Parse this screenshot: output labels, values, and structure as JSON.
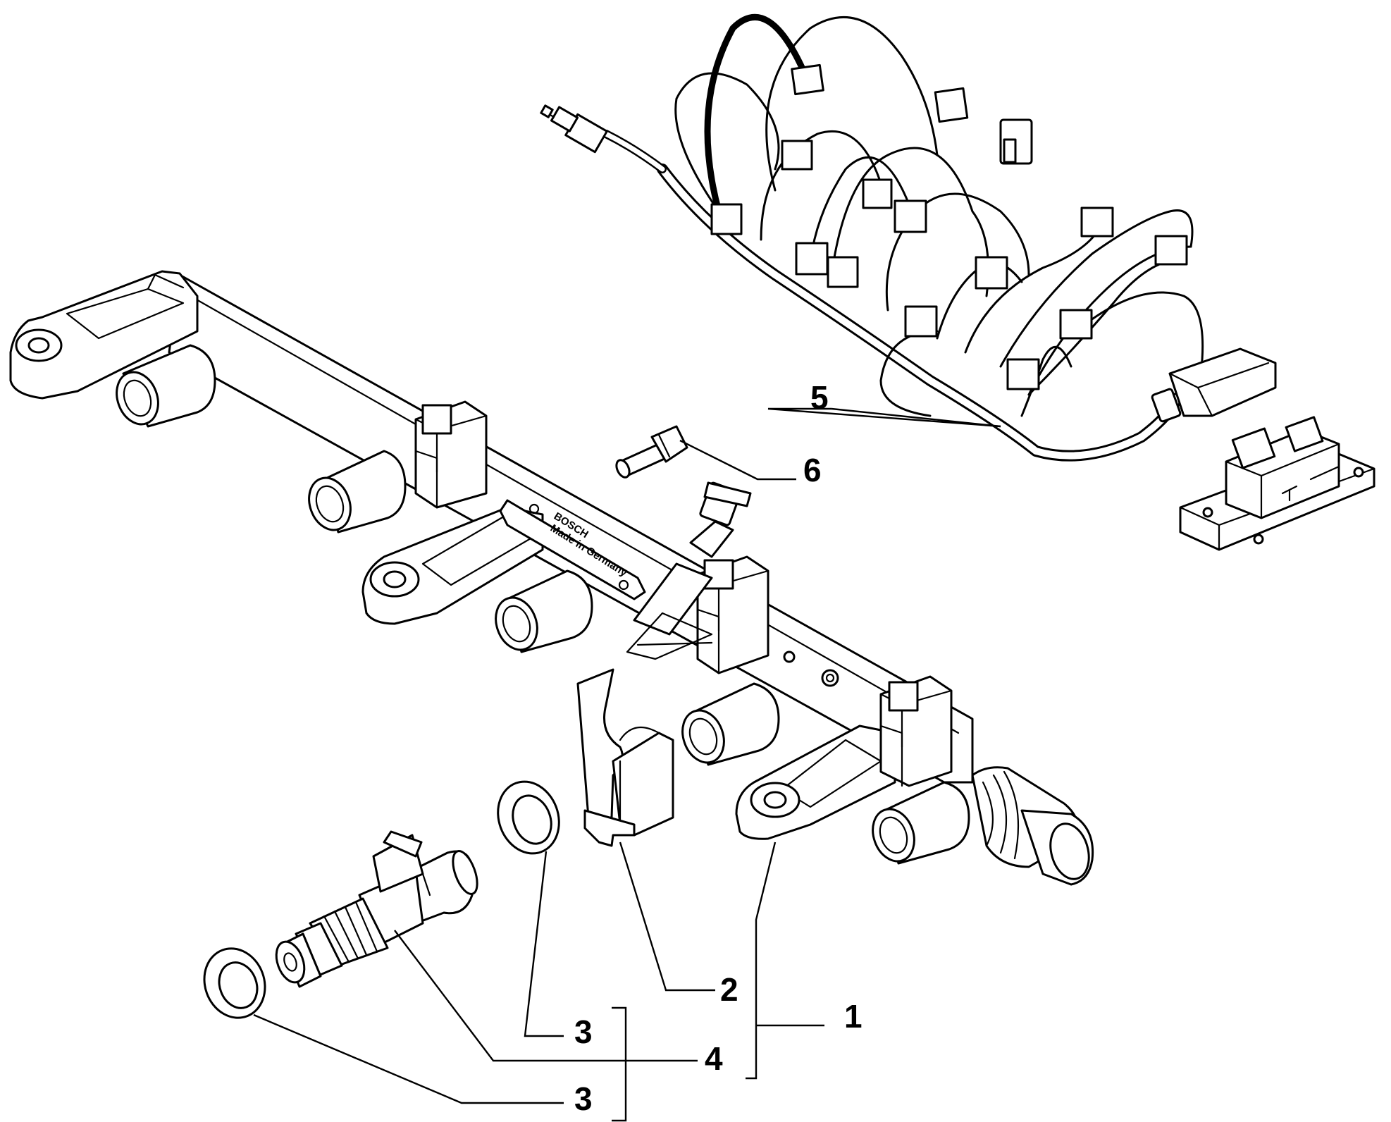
{
  "callouts": {
    "c1": "1",
    "c2": "2",
    "c3a": "3",
    "c3b": "3",
    "c4": "4",
    "c5": "5",
    "c6": "6"
  },
  "rail_plate": {
    "line1": "BOSCH",
    "line2": "Made in Germany"
  },
  "colors": {
    "line": "#000000",
    "background": "#ffffff"
  }
}
